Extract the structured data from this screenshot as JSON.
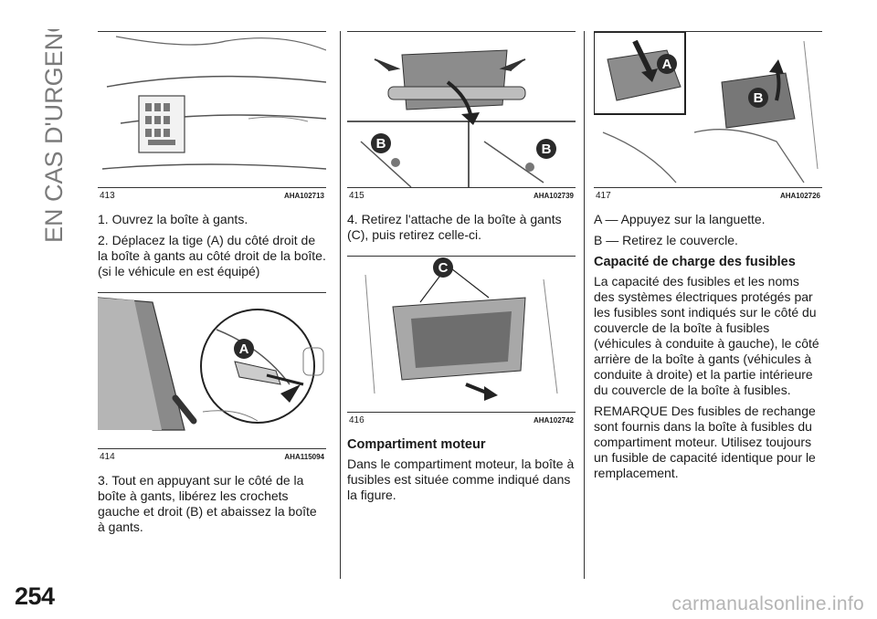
{
  "section_title": "EN CAS D'URGENCE",
  "page_number": "254",
  "watermark": "carmanualsonline.info",
  "columns": {
    "left": {
      "fig_413": {
        "number": "413",
        "code": "AHA102713"
      },
      "steps_1": [
        "1. Ouvrez la boîte à gants.",
        "2. Déplacez la tige (A) du côté droit de la boîte à gants au côté droit de la boîte. (si le véhicule en est équipé)"
      ],
      "fig_414": {
        "number": "414",
        "code": "AHA115094",
        "callout": "A"
      },
      "step_3": "3. Tout en appuyant sur le côté de la boîte à gants, libérez les crochets gauche et droit (B) et abaissez la boîte à gants."
    },
    "middle": {
      "fig_415": {
        "number": "415",
        "code": "AHA102739",
        "callouts": [
          "B",
          "B"
        ]
      },
      "step_4": "4. Retirez l'attache de la boîte à gants (C), puis retirez celle-ci.",
      "fig_416": {
        "number": "416",
        "code": "AHA102742",
        "callout": "C"
      },
      "heading": "Compartiment moteur",
      "body": "Dans le compartiment moteur, la boîte à fusibles est située comme indiqué dans la figure."
    },
    "right": {
      "fig_417": {
        "number": "417",
        "code": "AHA102726",
        "callouts": [
          "A",
          "B"
        ]
      },
      "line_a": "A — Appuyez sur la languette.",
      "line_b": "B — Retirez le couvercle.",
      "heading": "Capacité de charge des fusibles",
      "body": "La capacité des fusibles et les noms des systèmes électriques protégés par les fusibles sont indiqués sur le côté du couvercle de la boîte à fusibles (véhicules à conduite à gauche), le côté arrière de la boîte à gants (véhicules à conduite à droite) et la partie intérieure du couvercle de la boîte à fusibles.",
      "note": "REMARQUE Des fusibles de rechange sont fournis dans la boîte à fusibles du compartiment moteur. Utilisez toujours un fusible de capacité identique pour le remplacement."
    }
  },
  "colors": {
    "text": "#1a1a1a",
    "rule": "#333333",
    "callout_fill": "#2a2a2a",
    "watermark": "#b4b4b4"
  }
}
